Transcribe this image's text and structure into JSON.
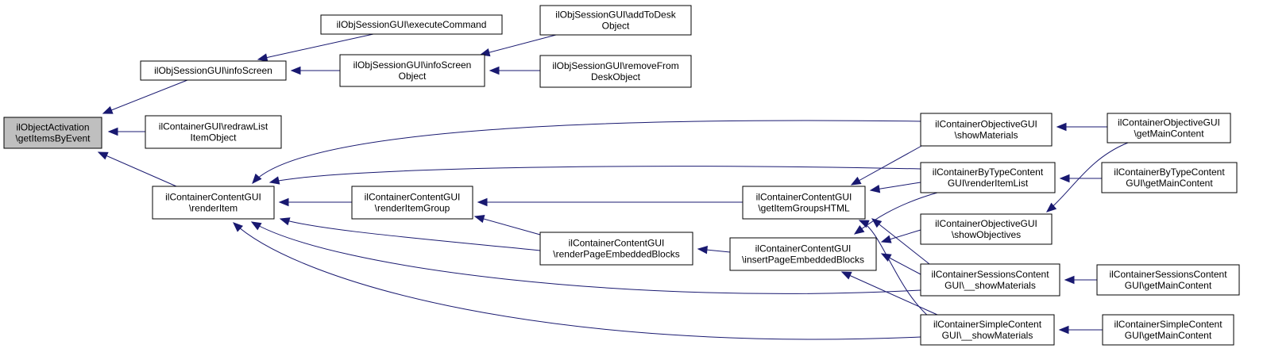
{
  "diagram": {
    "title": "",
    "colors": {
      "edge": "#191970",
      "root_fill": "#bfbfbf",
      "node_fill": "#ffffff",
      "node_border": "#000000"
    },
    "nodes": [
      {
        "id": "root",
        "lines": [
          "ilObjectActivation",
          "\\getItemsByEvent"
        ]
      },
      {
        "id": "sess_info",
        "lines": [
          "ilObjSessionGUI\\infoScreen"
        ]
      },
      {
        "id": "sess_exec",
        "lines": [
          "ilObjSessionGUI\\executeCommand"
        ]
      },
      {
        "id": "sess_infoobj",
        "lines": [
          "ilObjSessionGUI\\infoScreen",
          "Object"
        ]
      },
      {
        "id": "sess_add",
        "lines": [
          "ilObjSessionGUI\\addToDesk",
          "Object"
        ]
      },
      {
        "id": "sess_remove",
        "lines": [
          "ilObjSessionGUI\\removeFrom",
          "DeskObject"
        ]
      },
      {
        "id": "cont_redraw",
        "lines": [
          "ilContainerGUI\\redrawList",
          "ItemObject"
        ]
      },
      {
        "id": "ccg_render",
        "lines": [
          "ilContainerContentGUI",
          "\\renderItem"
        ]
      },
      {
        "id": "ccg_group",
        "lines": [
          "ilContainerContentGUI",
          "\\renderItemGroup"
        ]
      },
      {
        "id": "ccg_page",
        "lines": [
          "ilContainerContentGUI",
          "\\renderPageEmbeddedBlocks"
        ]
      },
      {
        "id": "ccg_groups_html",
        "lines": [
          "ilContainerContentGUI",
          "\\getItemGroupsHTML"
        ]
      },
      {
        "id": "ccg_insert",
        "lines": [
          "ilContainerContentGUI",
          "\\insertPageEmbeddedBlocks"
        ]
      },
      {
        "id": "obj_show",
        "lines": [
          "ilContainerObjectiveGUI",
          "\\showMaterials"
        ]
      },
      {
        "id": "bytype_render",
        "lines": [
          "ilContainerByTypeContent",
          "GUI\\renderItemList"
        ]
      },
      {
        "id": "obj_objectives",
        "lines": [
          "ilContainerObjectiveGUI",
          "\\showObjectives"
        ]
      },
      {
        "id": "sessions_show",
        "lines": [
          "ilContainerSessionsContent",
          "GUI\\__showMaterials"
        ]
      },
      {
        "id": "simple_show",
        "lines": [
          "ilContainerSimpleContent",
          "GUI\\__showMaterials"
        ]
      },
      {
        "id": "obj_main",
        "lines": [
          "ilContainerObjectiveGUI",
          "\\getMainContent"
        ]
      },
      {
        "id": "bytype_main",
        "lines": [
          "ilContainerByTypeContent",
          "GUI\\getMainContent"
        ]
      },
      {
        "id": "sessions_main",
        "lines": [
          "ilContainerSessionsContent",
          "GUI\\getMainContent"
        ]
      },
      {
        "id": "simple_main",
        "lines": [
          "ilContainerSimpleContent",
          "GUI\\getMainContent"
        ]
      }
    ],
    "edges": [
      {
        "from": "sess_info",
        "to": "root"
      },
      {
        "from": "cont_redraw",
        "to": "root"
      },
      {
        "from": "ccg_render",
        "to": "root"
      },
      {
        "from": "sess_exec",
        "to": "sess_info"
      },
      {
        "from": "sess_infoobj",
        "to": "sess_info"
      },
      {
        "from": "sess_add",
        "to": "sess_infoobj"
      },
      {
        "from": "sess_remove",
        "to": "sess_infoobj"
      },
      {
        "from": "obj_show",
        "to": "ccg_render"
      },
      {
        "from": "bytype_render",
        "to": "ccg_render"
      },
      {
        "from": "ccg_group",
        "to": "ccg_render"
      },
      {
        "from": "ccg_page",
        "to": "ccg_render"
      },
      {
        "from": "sessions_show",
        "to": "ccg_render"
      },
      {
        "from": "simple_show",
        "to": "ccg_render"
      },
      {
        "from": "ccg_groups_html",
        "to": "ccg_group"
      },
      {
        "from": "ccg_page",
        "to": "ccg_group"
      },
      {
        "from": "ccg_insert",
        "to": "ccg_page"
      },
      {
        "from": "obj_show",
        "to": "ccg_groups_html"
      },
      {
        "from": "bytype_render",
        "to": "ccg_groups_html"
      },
      {
        "from": "sessions_show",
        "to": "ccg_groups_html"
      },
      {
        "from": "simple_show",
        "to": "ccg_groups_html"
      },
      {
        "from": "bytype_render",
        "to": "ccg_insert"
      },
      {
        "from": "obj_objectives",
        "to": "ccg_insert"
      },
      {
        "from": "sessions_show",
        "to": "ccg_insert"
      },
      {
        "from": "simple_show",
        "to": "ccg_insert"
      },
      {
        "from": "obj_main",
        "to": "obj_show"
      },
      {
        "from": "obj_main",
        "to": "obj_objectives"
      },
      {
        "from": "bytype_main",
        "to": "bytype_render"
      },
      {
        "from": "sessions_main",
        "to": "sessions_show"
      },
      {
        "from": "simple_main",
        "to": "simple_show"
      }
    ]
  }
}
